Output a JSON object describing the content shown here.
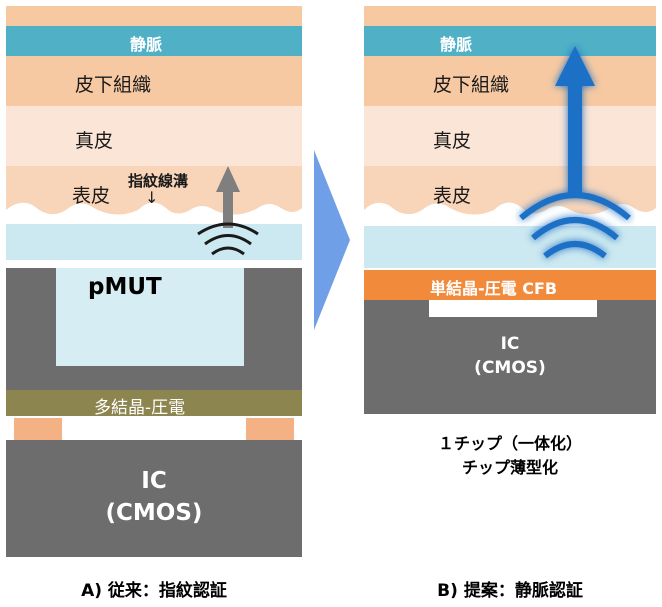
{
  "left_panel": {
    "vein_label": "静脈",
    "subcutaneous_label": "皮下組織",
    "dermis_label": "真皮",
    "epidermis_label": "表皮",
    "fingerprint_label": "指紋線溝",
    "fingerprint_arrow": "↓",
    "pmut_label": "pMUT",
    "piezo_label": "多結晶-圧電",
    "ic_label": "IC",
    "cmos_label": "(CMOS)",
    "caption": "A) 従来：指紋認証"
  },
  "right_panel": {
    "vein_label": "静脈",
    "subcutaneous_label": "皮下組織",
    "dermis_label": "真皮",
    "epidermis_label": "表皮",
    "piezo_label": "単結晶-圧電 CFB",
    "ic_label": "IC",
    "cmos_label": "(CMOS)",
    "subtitle_line1": "１チップ（一体化）",
    "subtitle_line2": "チップ薄型化",
    "caption": "B) 提案：静脈認証"
  },
  "colors": {
    "skin_top": "#f6c9a0",
    "vein": "#4fb0c6",
    "subcutaneous": "#f6c9a2",
    "dermis": "#fbe5d6",
    "epidermis": "#f8d4b8",
    "cover": "#cce8f0",
    "pmut_cavity": "#d6edf3",
    "ic_gray": "#6d6d6d",
    "piezo_poly": "#8c8550",
    "pad_orange": "#f4b183",
    "cfb_orange": "#f28a3c",
    "arrow_gray": "#7f7f7f",
    "arrow_blue": "#1f6fc5",
    "middle_arrow": "#6f9fe6"
  }
}
